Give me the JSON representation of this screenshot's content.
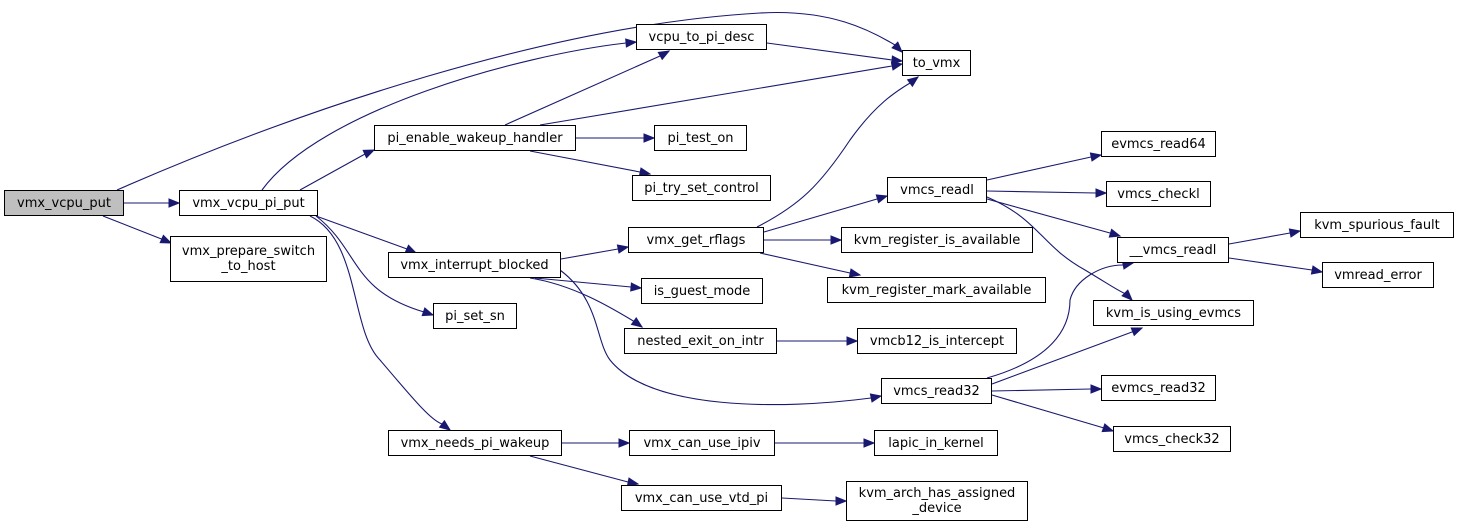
{
  "graph": {
    "colors": {
      "edge": "#191970",
      "node_border": "#000000",
      "root_fill": "#bfbfbf",
      "node_fill": "#ffffff"
    },
    "nodes": {
      "vmx_vcpu_put": "vmx_vcpu_put",
      "vmx_vcpu_pi_put": "vmx_vcpu_pi_put",
      "vmx_prepare_switch_to_host": "vmx_prepare_switch\n_to_host",
      "vcpu_to_pi_desc": "vcpu_to_pi_desc",
      "to_vmx": "to_vmx",
      "pi_enable_wakeup_handler": "pi_enable_wakeup_handler",
      "pi_test_on": "pi_test_on",
      "pi_try_set_control": "pi_try_set_control",
      "vmx_interrupt_blocked": "vmx_interrupt_blocked",
      "pi_set_sn": "pi_set_sn",
      "vmx_get_rflags": "vmx_get_rflags",
      "is_guest_mode": "is_guest_mode",
      "nested_exit_on_intr": "nested_exit_on_intr",
      "vmcb12_is_intercept": "vmcb12_is_intercept",
      "kvm_register_is_available": "kvm_register_is_available",
      "kvm_register_mark_available": "kvm_register_mark_available",
      "vmcs_readl": "vmcs_readl",
      "evmcs_read64": "evmcs_read64",
      "vmcs_checkl": "vmcs_checkl",
      "__vmcs_readl": "__vmcs_readl",
      "kvm_spurious_fault": "kvm_spurious_fault",
      "vmread_error": "vmread_error",
      "kvm_is_using_evmcs": "kvm_is_using_evmcs",
      "vmcs_read32": "vmcs_read32",
      "evmcs_read32": "evmcs_read32",
      "vmcs_check32": "vmcs_check32",
      "vmx_needs_pi_wakeup": "vmx_needs_pi_wakeup",
      "vmx_can_use_ipiv": "vmx_can_use_ipiv",
      "lapic_in_kernel": "lapic_in_kernel",
      "vmx_can_use_vtd_pi": "vmx_can_use_vtd_pi",
      "kvm_arch_has_assigned_device": "kvm_arch_has_assigned\n_device"
    }
  }
}
